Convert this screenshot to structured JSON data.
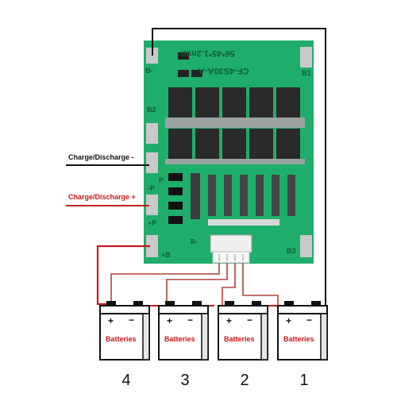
{
  "board": {
    "model": "CF-4S30A-A",
    "dimensions": "56*45*1.2mm",
    "pads": {
      "b_minus": "B-",
      "b1": "B1",
      "b2": "B2",
      "b3": "B3",
      "p": "P",
      "p_minus": "-P",
      "p_plus": "+P",
      "b_plus": "+B",
      "b_minus_bottom": "B-"
    }
  },
  "labels": {
    "discharge_minus": "Charge/Discharge -",
    "discharge_plus": "Charge/Discharge +"
  },
  "batteries": [
    {
      "number": "4",
      "label": "Batteries",
      "plus": "+",
      "minus": "−"
    },
    {
      "number": "3",
      "label": "Batteries",
      "plus": "+",
      "minus": "−"
    },
    {
      "number": "2",
      "label": "Batteries",
      "plus": "+",
      "minus": "−"
    },
    {
      "number": "1",
      "label": "Batteries",
      "plus": "+",
      "minus": "−"
    }
  ],
  "colors": {
    "pcb": "#1fae6a",
    "pcb_dark": "#168a52",
    "wire_red": "#c8191d",
    "wire_brown": "#b2413a",
    "wire_black": "#151515",
    "battery_label": "#c8191d"
  }
}
